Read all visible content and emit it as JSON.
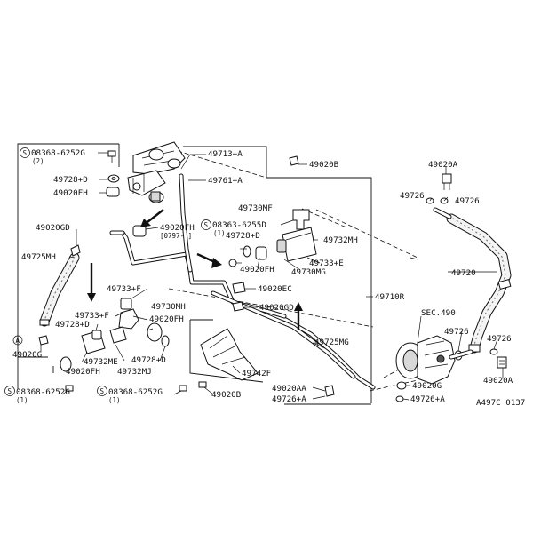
{
  "diagram": {
    "code": "A497C 0137",
    "section": "SEC.490",
    "bolt_symbol": "S",
    "labels": {
      "p08368_top": "08368-6252G",
      "p08368_top_qty": "(2)",
      "p49728d_top": "49728+D",
      "p49020fh_top": "49020FH",
      "p49713a": "49713+A",
      "p49761a": "49761+A",
      "p49020b_top": "49020B",
      "p49020a_top": "49020A",
      "p49726_tl": "49726",
      "p49726_tr": "49726",
      "p49730mf": "49730MF",
      "p08363": "08363-6255D",
      "p08363_qty": "(1)",
      "p49728d_mid": "49728+D",
      "p49732mh": "49732MH",
      "p49020gd_left": "49020GD",
      "p49020fh_mid": "49020FH",
      "p49020fh_mid_date": "[0797-  ]",
      "p49733e": "49733+E",
      "p49020fh_r": "49020FH",
      "p49730mg": "49730MG",
      "p49725mh": "49725MH",
      "p49720": "49720",
      "p49733f_a": "49733+F",
      "p49020ec": "49020EC",
      "p49710r": "49710R",
      "p49733f_b": "49733+F",
      "p49730mh": "49730MH",
      "p49020gd_mid": "49020GD",
      "p49728d_l": "49728+D",
      "p49020fh_low": "49020FH",
      "p49725mg": "49725MG",
      "p49726_pump": "49726",
      "p49726_pump_r": "49726",
      "p49732me": "49732ME",
      "p49728d_low": "49728+D",
      "p49020g_left": "49020G",
      "p49020fh_bl": "49020FH",
      "p49732mj": "49732MJ",
      "p49742f": "49742F",
      "p49020a_bottom": "49020A",
      "p08368_bl": "08368-6252G",
      "p08368_bl_qty": "(1)",
      "p08368_bm": "08368-6252G",
      "p08368_bm_qty": "(1)",
      "p49020b_bottom": "49020B",
      "p49020aa": "49020AA",
      "p49726a_mid": "49726+A",
      "p49020g_right": "49020G",
      "p49726a_right": "49726+A",
      "circle_a": "A"
    }
  }
}
